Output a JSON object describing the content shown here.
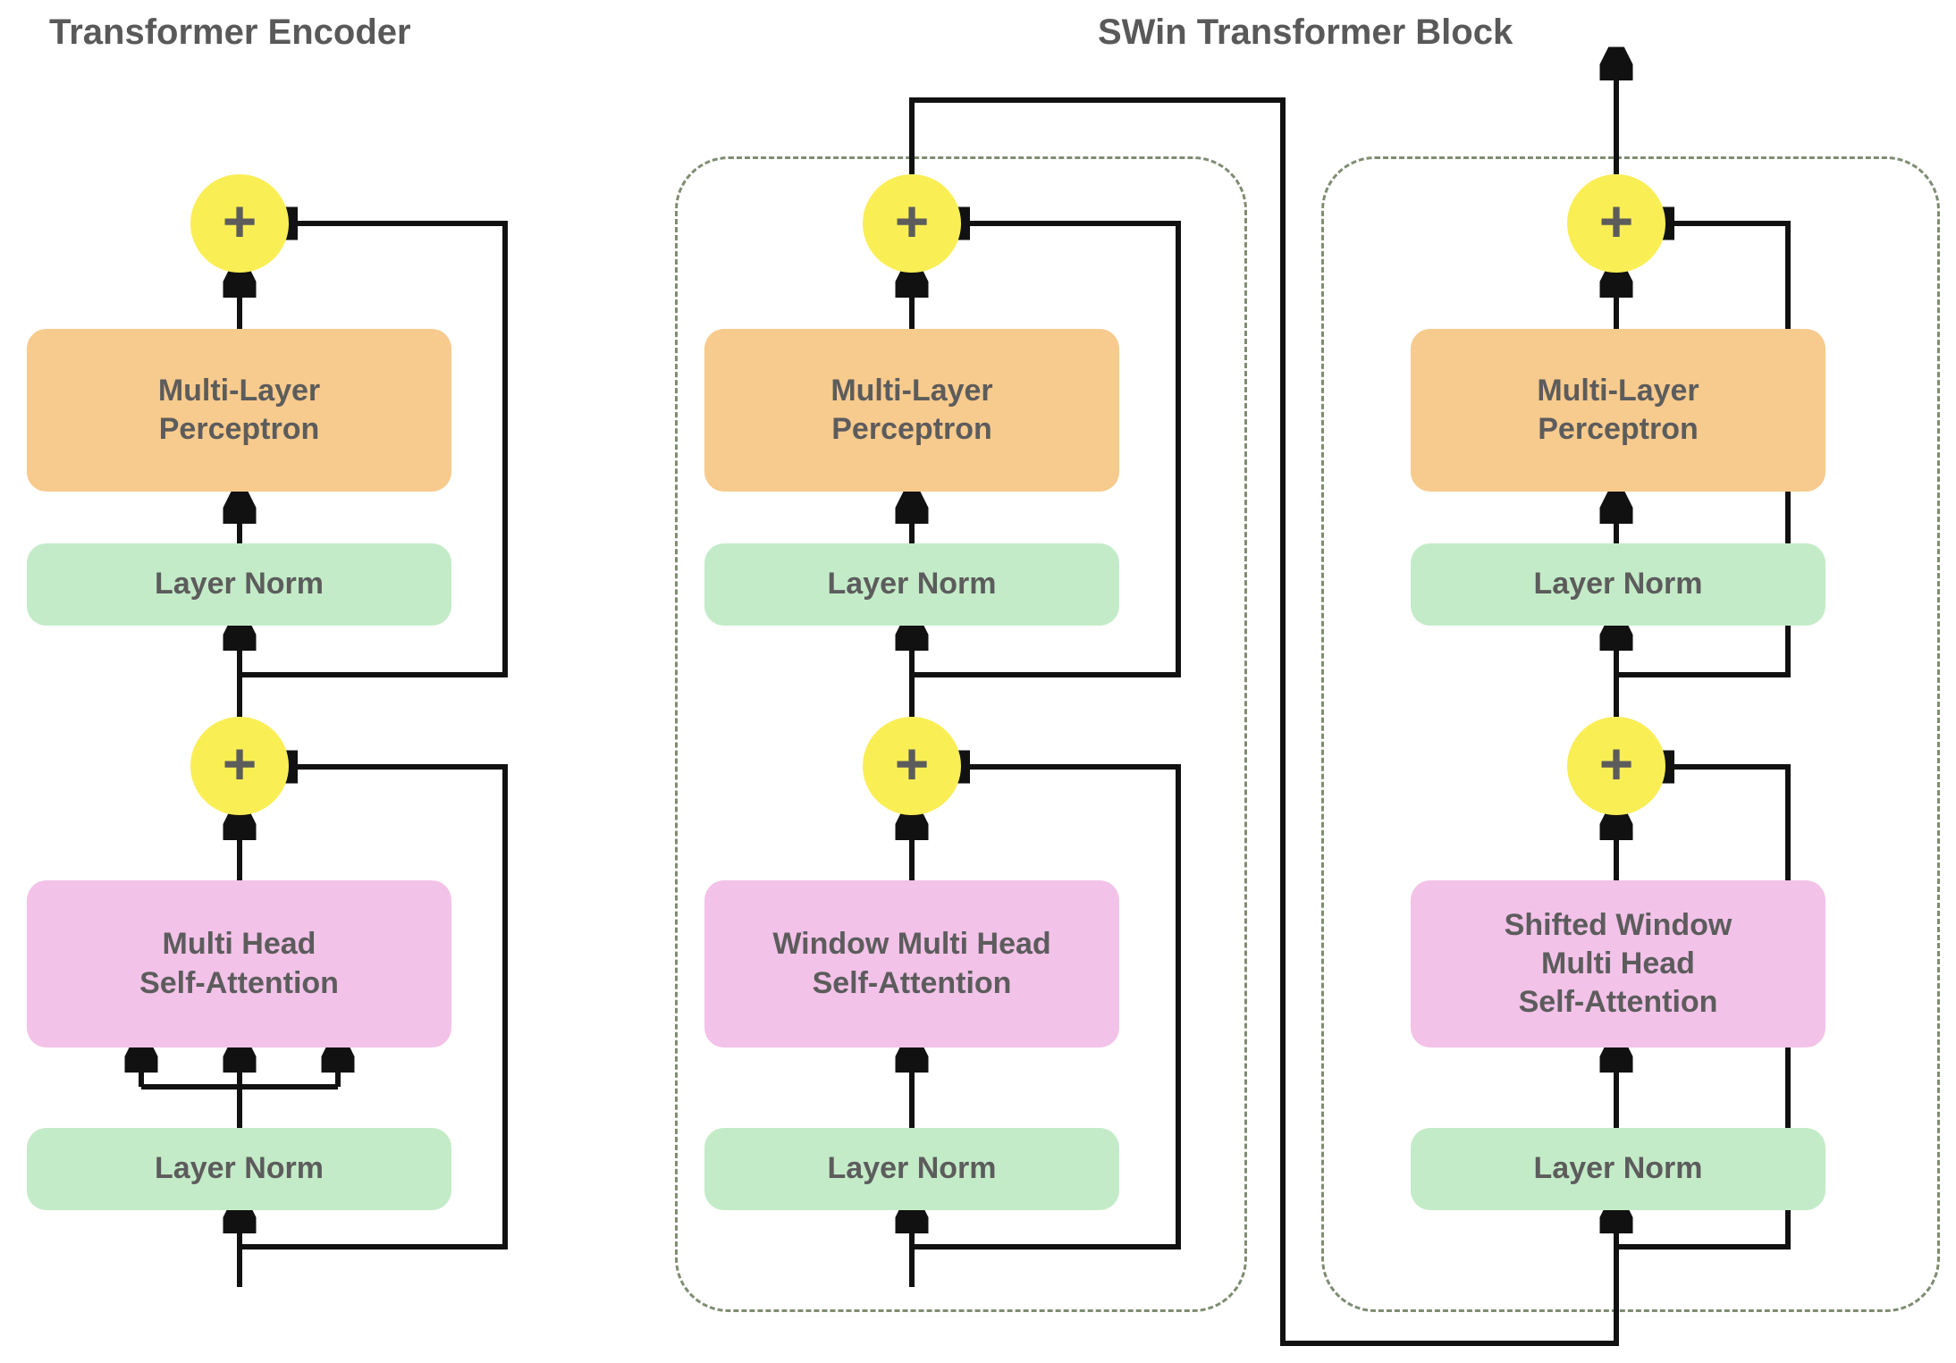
{
  "titles": {
    "encoder": "Transformer Encoder",
    "swin": "SWin Transformer Block"
  },
  "colors": {
    "layer_norm": "#C4EBC8",
    "mlp": "#F7CA8D",
    "attention": "#F2C2E8",
    "add": "#FAEE55",
    "text": "#5c5c5c",
    "wire": "#111111",
    "dashed_border": "#7e8d72",
    "background": "#ffffff"
  },
  "symbols": {
    "add": "+"
  },
  "encoder": {
    "add_top": "+",
    "mlp": [
      "Multi-Layer",
      "Perceptron"
    ],
    "layer_norm_top": [
      "Layer Norm"
    ],
    "add_bottom": "+",
    "attention": [
      "Multi Head",
      "Self-Attention"
    ],
    "layer_norm_bottom": [
      "Layer Norm"
    ]
  },
  "swin_block_1": {
    "add_top": "+",
    "mlp": [
      "Multi-Layer",
      "Perceptron"
    ],
    "layer_norm_top": [
      "Layer Norm"
    ],
    "add_bottom": "+",
    "attention": [
      "Window Multi Head",
      "Self-Attention"
    ],
    "layer_norm_bottom": [
      "Layer Norm"
    ]
  },
  "swin_block_2": {
    "add_top": "+",
    "mlp": [
      "Multi-Layer",
      "Perceptron"
    ],
    "layer_norm_top": [
      "Layer Norm"
    ],
    "add_bottom": "+",
    "attention": [
      "Shifted Window",
      "Multi Head",
      "Self-Attention"
    ],
    "layer_norm_bottom": [
      "Layer Norm"
    ]
  }
}
